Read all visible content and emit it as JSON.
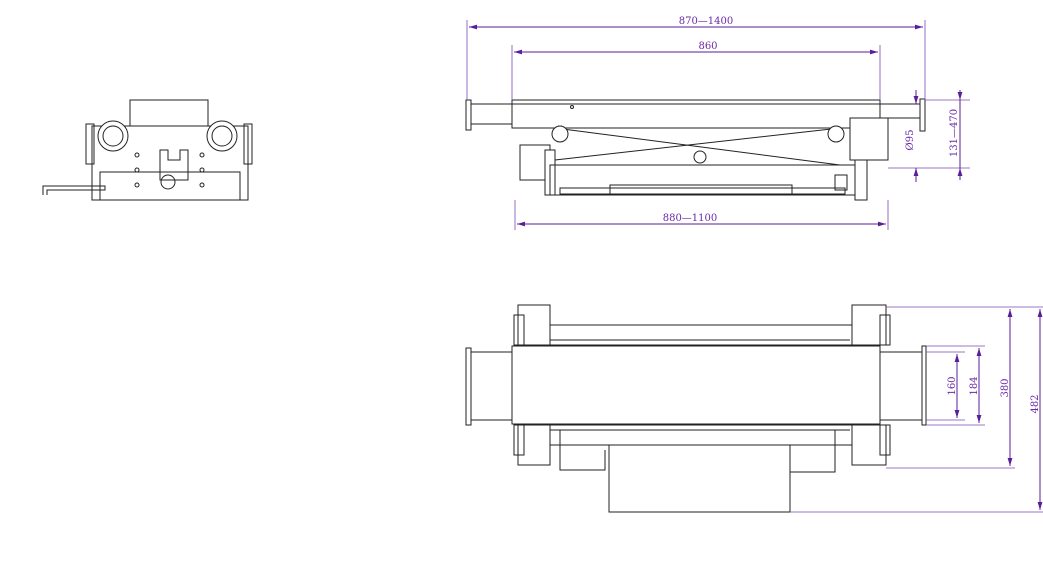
{
  "drawing": {
    "top_view": {
      "overall_length": "870—1400",
      "rail_length": "860",
      "base_length": "880—1100",
      "tube_diameter": "Ø95",
      "height_range": "131—470"
    },
    "plan_view": {
      "tube_inner": "160",
      "tube_flange": "184",
      "frame_width": "380",
      "overall_width": "482"
    },
    "colors": {
      "dimension": "#5a1e9a",
      "line": "#222222"
    }
  }
}
